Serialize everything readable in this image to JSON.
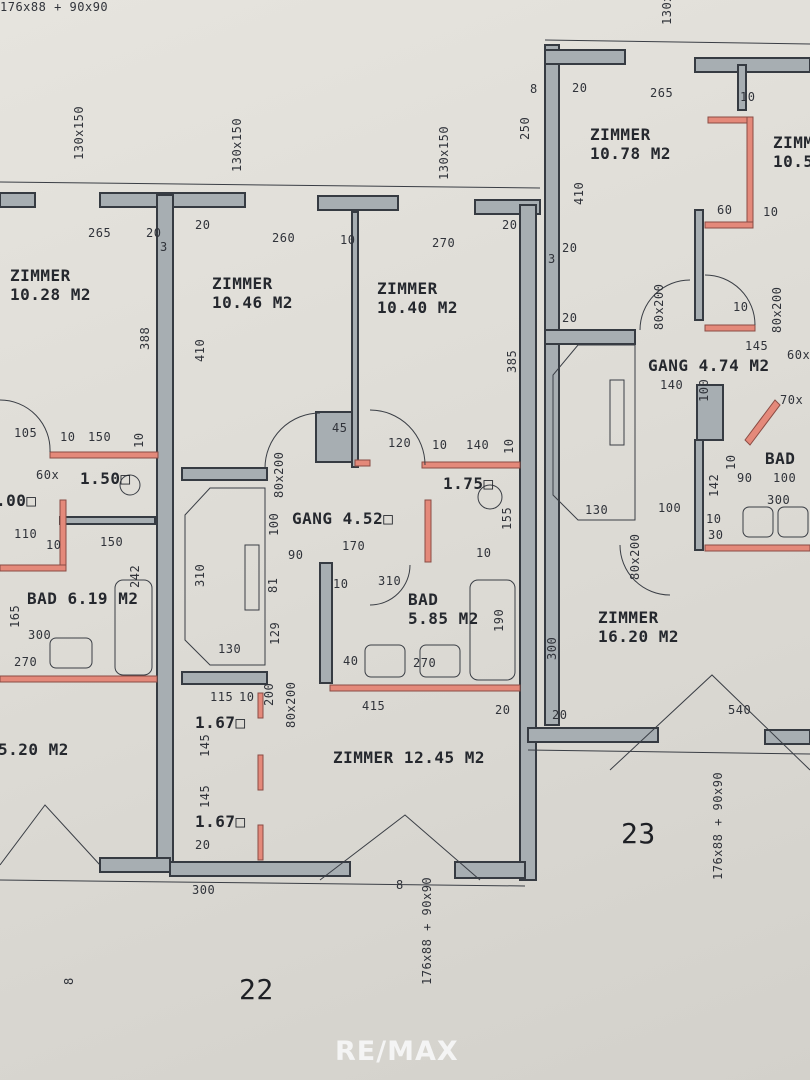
{
  "plan": {
    "unit_numbers": [
      "22",
      "23"
    ],
    "rooms": {
      "zimmer_a": "ZIMMER\n10.28 M2",
      "zimmer_b": "ZIMMER\n10.46 M2",
      "zimmer_c": "ZIMMER\n10.40 M2",
      "zimmer_d": "ZIMMER\n10.78 M2",
      "zimmer_e": "ZIMM\n10.5",
      "gang_a": "GANG 4.52□",
      "gang_b": "GANG 4.74 M2",
      "wc_a": "1.75□",
      "wc_b": "1.50□",
      "wc_c": ".00□",
      "bad_a": "BAD 6.19 M2",
      "bad_b": "BAD\n5.85 M2",
      "bad_c": "BAD",
      "zimmer_f": "ZIMMER\n16.20 M2",
      "zimmer_g": "ZIMMER 12.45 M2",
      "zimmer_h": "5.20 M2",
      "abst_a": "1.67□",
      "abst_b": "1.67□"
    },
    "dimensions": [
      "130x150",
      "130x150",
      "130x150",
      "130x1",
      "265",
      "20",
      "260",
      "10",
      "270",
      "20",
      "20",
      "388",
      "410",
      "385",
      "250",
      "8",
      "3",
      "3",
      "20",
      "265",
      "10",
      "410",
      "20",
      "60",
      "10",
      "20",
      "80x200",
      "10",
      "80x200",
      "145",
      "60x",
      "140",
      "100",
      "70x",
      "10",
      "90",
      "100",
      "142",
      "300",
      "10",
      "30",
      "130",
      "100",
      "80x200",
      "300",
      "20",
      "540",
      "176x88 + 90x90",
      "105",
      "10",
      "150",
      "10",
      "60x",
      "110",
      "10",
      "150",
      "242",
      "165",
      "300",
      "270",
      "45",
      "120",
      "10",
      "140",
      "10",
      "80x200",
      "100",
      "90",
      "170",
      "155",
      "10",
      "10",
      "310",
      "310",
      "81",
      "130",
      "129",
      "40",
      "270",
      "190",
      "415",
      "20",
      "115",
      "10",
      "80x200",
      "200",
      "145",
      "145",
      "20",
      "300",
      "8",
      "8",
      "176x88 + 90x90",
      "176x88 + 90x90"
    ],
    "colors": {
      "wall_fill": "#a7aeb2",
      "wall_line": "#363b42",
      "partition": "#e4897a",
      "paper": "#e2e0da"
    }
  },
  "watermark": "RE/MAX"
}
